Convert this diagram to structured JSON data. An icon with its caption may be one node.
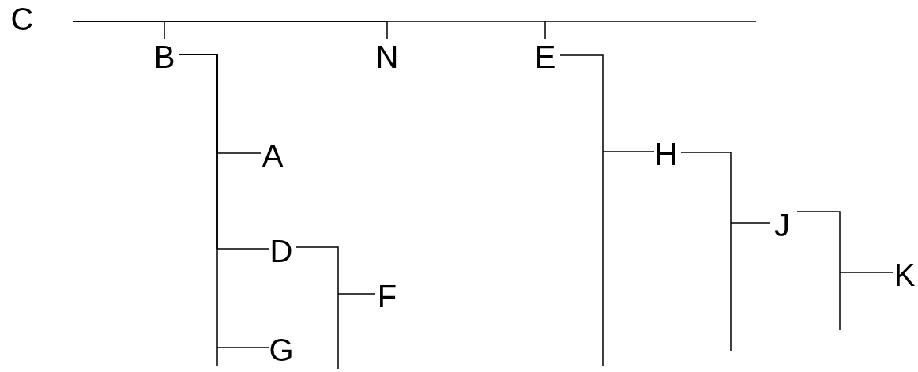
{
  "diagram": {
    "nodes": [
      {
        "text": [
          "C"
        ]
      },
      {
        "text": [
          "B"
        ]
      },
      {
        "text": [
          "N"
        ]
      },
      {
        "text": [
          "E"
        ]
      },
      {
        "text": [
          "A"
        ]
      },
      {
        "text": [
          "D"
        ]
      },
      {
        "text": [
          "G"
        ]
      },
      {
        "text": [
          "F"
        ]
      },
      {
        "text": [
          "H"
        ]
      },
      {
        "text": [
          "J"
        ]
      },
      {
        "text": [
          "K"
        ]
      }
    ],
    "edges": [
      {
        "from": 0,
        "to": 1,
        "arrow": "none"
      },
      {
        "from": 0,
        "to": 2,
        "arrow": "none"
      },
      {
        "from": 0,
        "to": 3,
        "arrow": "none"
      },
      {
        "from": 1,
        "to": 4,
        "arrow": "none"
      },
      {
        "from": 1,
        "to": 5,
        "arrow": "none"
      },
      {
        "from": 1,
        "to": 6,
        "arrow": "none"
      },
      {
        "from": 5,
        "to": 7,
        "arrow": "none"
      },
      {
        "from": 3,
        "to": 8,
        "arrow": "none"
      },
      {
        "from": 8,
        "to": 9,
        "arrow": "none"
      },
      {
        "from": 9,
        "to": 10,
        "arrow": "none"
      }
    ]
  }
}
